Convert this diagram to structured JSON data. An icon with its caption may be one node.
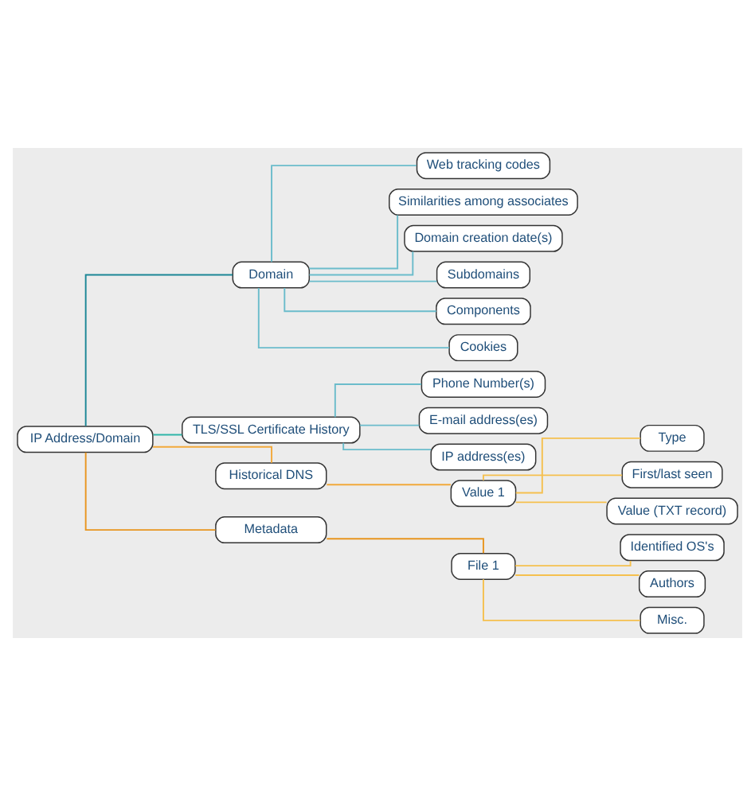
{
  "diagram": {
    "nodes": [
      {
        "text": [
          "IP Address/Domain"
        ]
      },
      {
        "text": [
          "Domain"
        ]
      },
      {
        "text": [
          "Web tracking codes"
        ]
      },
      {
        "text": [
          "Similarities among associates"
        ]
      },
      {
        "text": [
          "Domain creation date(s)"
        ]
      },
      {
        "text": [
          "Subdomains"
        ]
      },
      {
        "text": [
          "Components"
        ]
      },
      {
        "text": [
          "Cookies"
        ]
      },
      {
        "text": [
          "TLS/SSL Certificate History"
        ]
      },
      {
        "text": [
          "Phone Number(s)"
        ]
      },
      {
        "text": [
          "E-mail address(es)"
        ]
      },
      {
        "text": [
          "IP address(es)"
        ]
      },
      {
        "text": [
          "Historical DNS"
        ]
      },
      {
        "text": [
          "Value 1"
        ]
      },
      {
        "text": [
          "Type"
        ]
      },
      {
        "text": [
          "First/last seen"
        ]
      },
      {
        "text": [
          "Value (TXT record)"
        ]
      },
      {
        "text": [
          "Metadata"
        ]
      },
      {
        "text": [
          "File 1"
        ]
      },
      {
        "text": [
          "Identified OS's"
        ]
      },
      {
        "text": [
          "Authors"
        ]
      },
      {
        "text": [
          "Misc."
        ]
      }
    ],
    "edges": [
      {
        "from": 0,
        "to": 1,
        "arrow": "none",
        "color": "#1b8696"
      },
      {
        "from": 1,
        "to": 2,
        "arrow": "none",
        "color": "#6bbccb"
      },
      {
        "from": 1,
        "to": 3,
        "arrow": "none",
        "color": "#6bbccb"
      },
      {
        "from": 1,
        "to": 4,
        "arrow": "none",
        "color": "#6bbccb"
      },
      {
        "from": 1,
        "to": 5,
        "arrow": "none",
        "color": "#6bbccb"
      },
      {
        "from": 1,
        "to": 6,
        "arrow": "none",
        "color": "#6bbccb"
      },
      {
        "from": 1,
        "to": 7,
        "arrow": "none",
        "color": "#6bbccb"
      },
      {
        "from": 0,
        "to": 8,
        "arrow": "none",
        "color": "#2fb5a8"
      },
      {
        "from": 8,
        "to": 9,
        "arrow": "none",
        "color": "#6bbccb"
      },
      {
        "from": 8,
        "to": 10,
        "arrow": "none",
        "color": "#6bbccb"
      },
      {
        "from": 8,
        "to": 11,
        "arrow": "none",
        "color": "#6bbccb"
      },
      {
        "from": 0,
        "to": 12,
        "arrow": "none",
        "color": "#f2a93b"
      },
      {
        "from": 12,
        "to": 13,
        "arrow": "none",
        "color": "#f2a93b"
      },
      {
        "from": 13,
        "to": 14,
        "arrow": "none",
        "color": "#f5c04e"
      },
      {
        "from": 13,
        "to": 15,
        "arrow": "none",
        "color": "#f5c04e"
      },
      {
        "from": 13,
        "to": 16,
        "arrow": "none",
        "color": "#f5c04e"
      },
      {
        "from": 0,
        "to": 17,
        "arrow": "none",
        "color": "#e8951f"
      },
      {
        "from": 17,
        "to": 18,
        "arrow": "none",
        "color": "#e8951f"
      },
      {
        "from": 18,
        "to": 19,
        "arrow": "none",
        "color": "#f5c04e"
      },
      {
        "from": 18,
        "to": 20,
        "arrow": "none",
        "color": "#f5c04e"
      },
      {
        "from": 18,
        "to": 21,
        "arrow": "none",
        "color": "#f5c04e"
      }
    ]
  }
}
